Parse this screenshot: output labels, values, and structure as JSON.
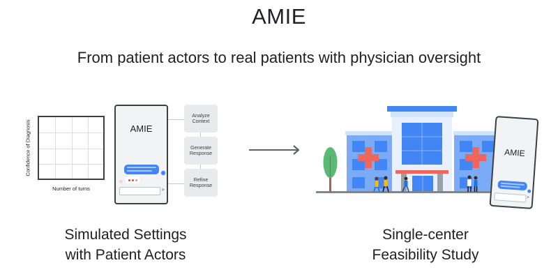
{
  "header": {
    "title": "AMIE",
    "subtitle": "From patient actors to real patients with physician oversight"
  },
  "left_panel": {
    "chart": {
      "y_label": "Confidence of Diagnosis",
      "x_label": "Number of turns",
      "grid": "4x4"
    },
    "phone": {
      "title": "AMIE",
      "icons": [
        "user-avatar-icon",
        "amie-avatar-icon",
        "typing-dots-icon",
        "send-icon"
      ]
    },
    "steps": [
      {
        "label_line1": "Analyze",
        "label_line2": "Context"
      },
      {
        "label_line1": "Generate",
        "label_line2": "Response"
      },
      {
        "label_line1": "Refine",
        "label_line2": "Response"
      }
    ],
    "caption_line1": "Simulated Settings",
    "caption_line2": "with Patient Actors"
  },
  "right_panel": {
    "phone": {
      "title": "AMIE",
      "icons": [
        "user-avatar-icon",
        "send-icon"
      ]
    },
    "caption_line1": "Single-center",
    "caption_line2": "Feasibility Study"
  },
  "colors": {
    "accent_blue": "#4285f4",
    "building_blue": "#7baaf7",
    "cross_red": "#ee675c",
    "tree_green": "#5bb974",
    "text": "#202124"
  }
}
